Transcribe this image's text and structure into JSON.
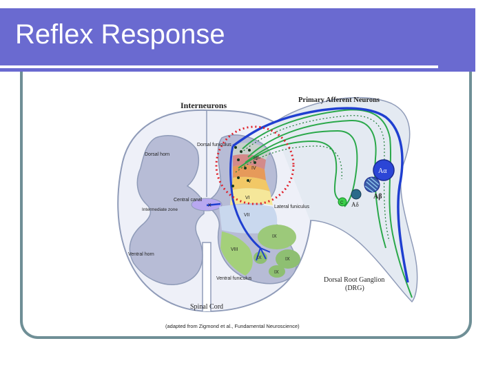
{
  "slide": {
    "title": "Reflex Response"
  },
  "diagram": {
    "interneurons": "Interneurons",
    "primary_afferent": "Primary Afferent Neurons",
    "dorsal_horn": "Dorsal horn",
    "dorsal_funiculus": "Dorsal funiculus",
    "central_canal": "Central canal",
    "intermediate_zone": "Intermediate zone",
    "ventral_horn": "Ventral horn",
    "lateral_funiculus": "Lateral funiculus",
    "ventral_funiculus": "Ventral funiculus",
    "spinal_cord": "Spinal Cord",
    "drg_line1": "Dorsal Root Ganglion",
    "drg_line2": "(DRG)",
    "source": "(adapted from Zigmond et al., Fundamental Neuroscience)",
    "lamina_II": "II",
    "lamina_III": "III",
    "lamina_IV": "IV",
    "lamina_V": "V",
    "lamina_VI": "VI",
    "lamina_VII": "VII",
    "lamina_VIII": "VIII",
    "lamina_IX_a": "IX",
    "lamina_IX_b": "IX",
    "lamina_IX_c": "IX",
    "lamina_IX_d": "IX",
    "lamina_X": "X",
    "neuron_a_alpha": "Aα",
    "neuron_a_beta": "Aβ",
    "neuron_a_delta": "Aδ",
    "neuron_c": "C"
  },
  "colors": {
    "title_bar": "#6a6ad0",
    "frame": "#6f8f96",
    "a_alpha": "#1f3fd0",
    "green_fibers": "#2aa84a",
    "reflex_circle": "#e0202a"
  }
}
